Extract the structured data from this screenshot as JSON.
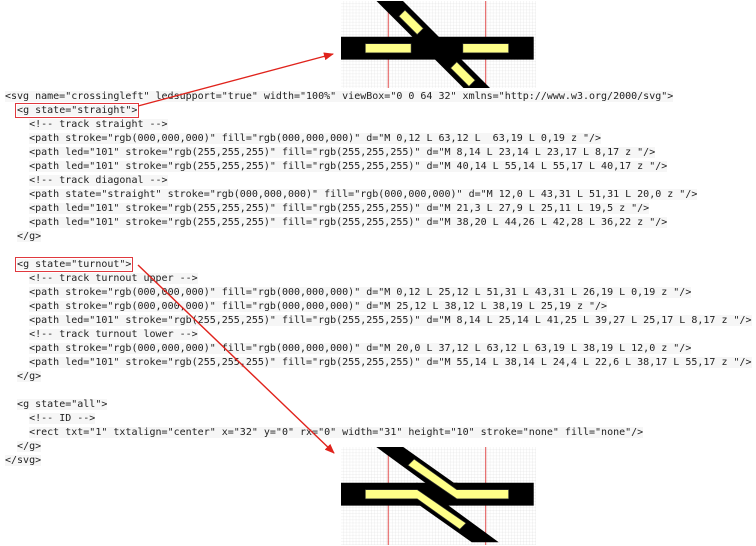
{
  "code": {
    "lines": [
      {
        "indent": 0,
        "text": "<svg name=\"crossingleft\" ledsupport=\"true\" width=\"100%\" viewBox=\"0 0 64 32\" xmlns=\"http://www.w3.org/2000/svg\">"
      },
      {
        "indent": 1,
        "text": "<g state=\"straight\">",
        "highlight": true
      },
      {
        "indent": 2,
        "text": "<!-- track straight -->"
      },
      {
        "indent": 2,
        "text": "<path stroke=\"rgb(000,000,000)\" fill=\"rgb(000,000,000)\" d=\"M 0,12 L 63,12 L  63,19 L 0,19 z \"/>"
      },
      {
        "indent": 2,
        "text": "<path led=\"101\" stroke=\"rgb(255,255,255)\" fill=\"rgb(255,255,255)\" d=\"M 8,14 L 23,14 L 23,17 L 8,17 z \"/>"
      },
      {
        "indent": 2,
        "text": "<path led=\"101\" stroke=\"rgb(255,255,255)\" fill=\"rgb(255,255,255)\" d=\"M 40,14 L 55,14 L 55,17 L 40,17 z \"/>"
      },
      {
        "indent": 2,
        "text": "<!-- track diagonal -->"
      },
      {
        "indent": 2,
        "text": "<path state=\"straight\" stroke=\"rgb(000,000,000)\" fill=\"rgb(000,000,000)\" d=\"M 12,0 L 43,31 L 51,31 L 20,0 z \"/>"
      },
      {
        "indent": 2,
        "text": "<path led=\"101\" stroke=\"rgb(255,255,255)\" fill=\"rgb(255,255,255)\" d=\"M 21,3 L 27,9 L 25,11 L 19,5 z \"/>"
      },
      {
        "indent": 2,
        "text": "<path led=\"101\" stroke=\"rgb(255,255,255)\" fill=\"rgb(255,255,255)\" d=\"M 38,20 L 44,26 L 42,28 L 36,22 z \"/>"
      },
      {
        "indent": 1,
        "text": "</g>"
      },
      {
        "indent": 0,
        "text": ""
      },
      {
        "indent": 1,
        "text": "<g state=\"turnout\">",
        "highlight": true
      },
      {
        "indent": 2,
        "text": "<!-- track turnout upper -->"
      },
      {
        "indent": 2,
        "text": "<path stroke=\"rgb(000,000,000)\" fill=\"rgb(000,000,000)\" d=\"M 0,12 L 25,12 L 51,31 L 43,31 L 26,19 L 0,19 z \"/>"
      },
      {
        "indent": 2,
        "text": "<path stroke=\"rgb(000,000,000)\" fill=\"rgb(000,000,000)\" d=\"M 25,12 L 38,12 L 38,19 L 25,19 z \"/>"
      },
      {
        "indent": 2,
        "text": "<path led=\"101\" stroke=\"rgb(255,255,255)\" fill=\"rgb(255,255,255)\" d=\"M 8,14 L 25,14 L 41,25 L 39,27 L 25,17 L 8,17 z \"/>"
      },
      {
        "indent": 2,
        "text": "<!-- track turnout lower -->"
      },
      {
        "indent": 2,
        "text": "<path stroke=\"rgb(000,000,000)\" fill=\"rgb(000,000,000)\" d=\"M 20,0 L 37,12 L 63,12 L 63,19 L 38,19 L 12,0 z \"/>"
      },
      {
        "indent": 2,
        "text": "<path led=\"101\" stroke=\"rgb(255,255,255)\" fill=\"rgb(255,255,255)\" d=\"M 55,14 L 38,14 L 24,4 L 22,6 L 38,17 L 55,17 z \"/>"
      },
      {
        "indent": 1,
        "text": "</g>"
      },
      {
        "indent": 0,
        "text": ""
      },
      {
        "indent": 1,
        "text": "<g state=\"all\">"
      },
      {
        "indent": 2,
        "text": "<!-- ID -->"
      },
      {
        "indent": 2,
        "text": "<rect txt=\"1\" txtalign=\"center\" x=\"32\" y=\"0\" rx=\"0\" width=\"31\" height=\"10\" stroke=\"none\" fill=\"none\"/>"
      },
      {
        "indent": 1,
        "text": "</g>"
      },
      {
        "indent": 0,
        "text": "</svg>"
      }
    ]
  },
  "colors": {
    "track": "#000000",
    "led": "#ffff88",
    "highlight_box": "#e0393e",
    "arrow": "#e0231c",
    "grid": "#d0d0d0",
    "guide_line": "#e04040"
  }
}
